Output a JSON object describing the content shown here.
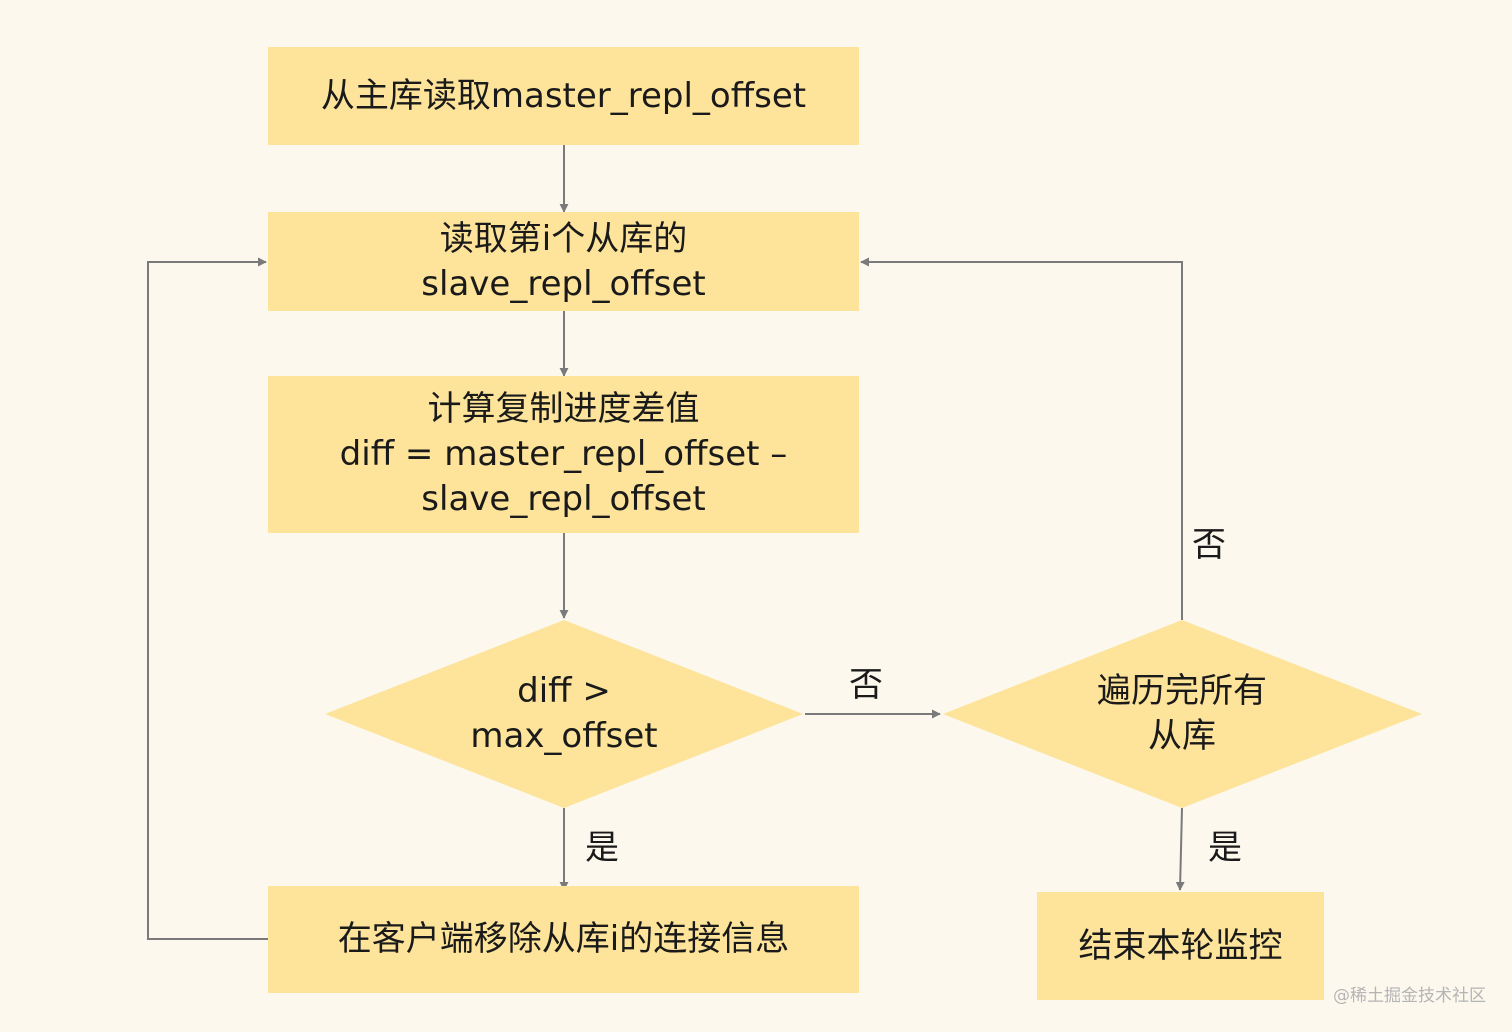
{
  "diagram": {
    "nodes": {
      "read_master": {
        "lines": [
          "从主库读取master_repl_offset"
        ]
      },
      "read_slave": {
        "lines": [
          "读取第i个从库的",
          "slave_repl_offset"
        ]
      },
      "compute_diff": {
        "lines": [
          "计算复制进度差值",
          "diff = master_repl_offset –",
          "slave_repl_offset"
        ]
      },
      "check_diff": {
        "lines": [
          "diff >",
          "max_offset"
        ]
      },
      "check_all": {
        "lines": [
          "遍历完所有",
          "从库"
        ]
      },
      "remove_slave": {
        "lines": [
          "在客户端移除从库i的连接信息"
        ]
      },
      "end_round": {
        "lines": [
          "结束本轮监控"
        ]
      }
    },
    "edge_labels": {
      "check_diff_no": "否",
      "check_diff_yes": "是",
      "check_all_no": "否",
      "check_all_yes": "是"
    },
    "colors": {
      "node_fill": "#fde49a",
      "background": "#fcf8ee",
      "line": "#7a7a7a"
    }
  },
  "watermark": "@稀土掘金技术社区"
}
